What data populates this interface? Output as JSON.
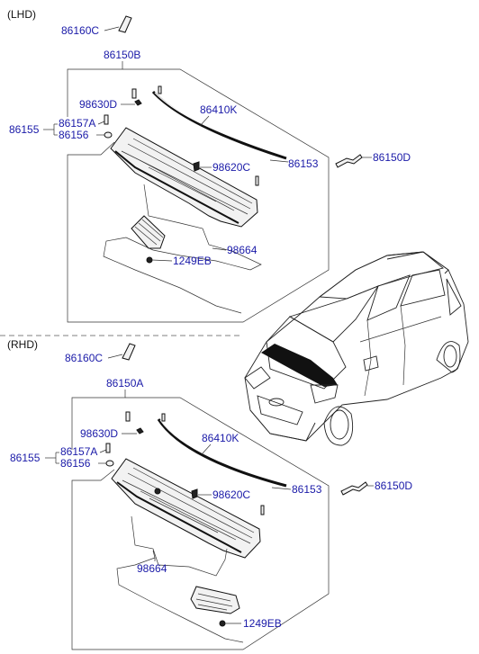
{
  "sections": {
    "lhd": "(LHD)",
    "rhd": "(RHD)"
  },
  "lhd_labels": {
    "c86160c": "86160C",
    "c86150b": "86150B",
    "c98630d": "98630D",
    "c86410k": "86410K",
    "c86157a": "86157A",
    "c86155": "86155",
    "c86156": "86156",
    "c98620c": "98620C",
    "c86153": "86153",
    "c86150d": "86150D",
    "c98664": "98664",
    "c1249eb": "1249EB"
  },
  "rhd_labels": {
    "c86160c": "86160C",
    "c86150a": "86150A",
    "c98630d": "98630D",
    "c86410k": "86410K",
    "c86157a": "86157A",
    "c86155": "86155",
    "c86156": "86156",
    "c98620c": "98620C",
    "c86153": "86153",
    "c86150d": "86150D",
    "c98664": "98664",
    "c1249eb": "1249EB"
  },
  "colors": {
    "label": "#1a1aa8",
    "line": "#222222"
  }
}
